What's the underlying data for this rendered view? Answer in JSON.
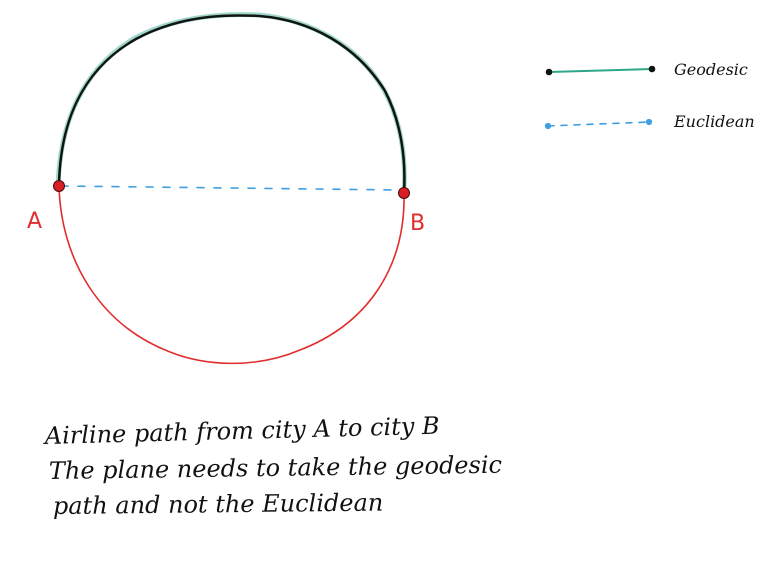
{
  "colors": {
    "geodesic": "#101513",
    "geodesic_highlight": "#2fa789",
    "euclidean": "#3f9fe3",
    "lower_arc": "#e02d2d",
    "city_dot": "#d91e24",
    "text": "#111111",
    "background": "#ffffff"
  },
  "points": {
    "a_label": "A",
    "b_label": "B"
  },
  "legend": {
    "geodesic_label": "Geodesic",
    "euclidean_label": "Euclidean"
  },
  "note": {
    "lines": [
      "Airline path from city A to city B",
      "The plane needs to take the geodesic",
      "path and not the Euclidean"
    ]
  }
}
